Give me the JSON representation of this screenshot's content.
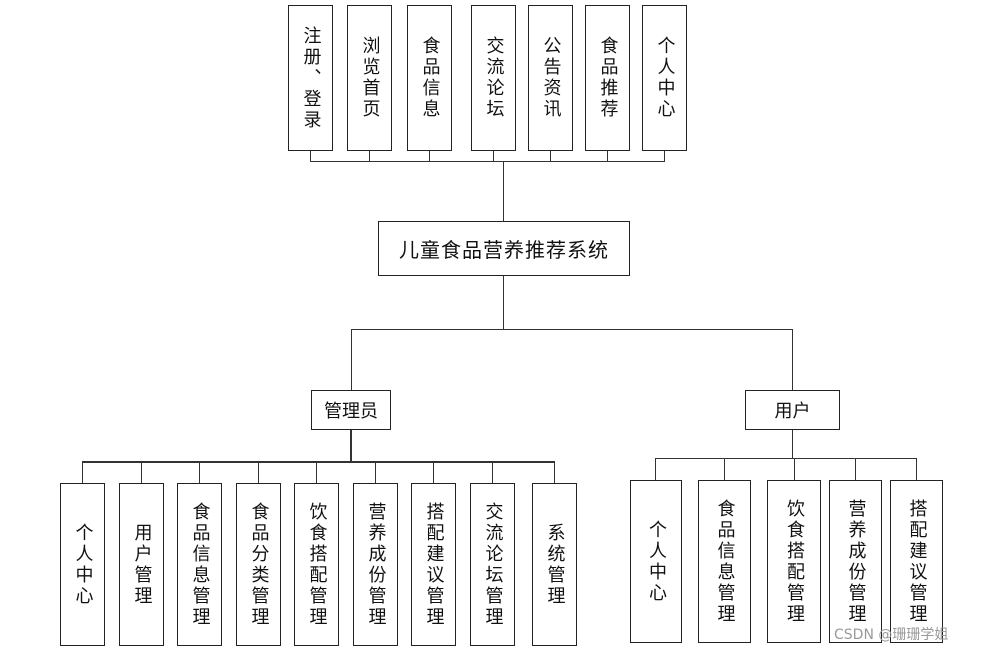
{
  "top_modules": [
    "注册、登录",
    "浏览首页",
    "食品信息",
    "交流论坛",
    "公告资讯",
    "食品推荐",
    "个人中心"
  ],
  "system_title": "儿童食品营养推荐系统",
  "roles": {
    "admin": "管理员",
    "user": "用户"
  },
  "admin_modules": [
    "个人中心",
    "用户管理",
    "食品信息管理",
    "食品分类管理",
    "饮食搭配管理",
    "营养成份管理",
    "搭配建议管理",
    "交流论坛管理",
    "系统管理"
  ],
  "user_modules": [
    "个人中心",
    "食品信息管理",
    "饮食搭配管理",
    "营养成份管理",
    "搭配建议管理"
  ],
  "watermark": "CSDN @珊珊学姐"
}
